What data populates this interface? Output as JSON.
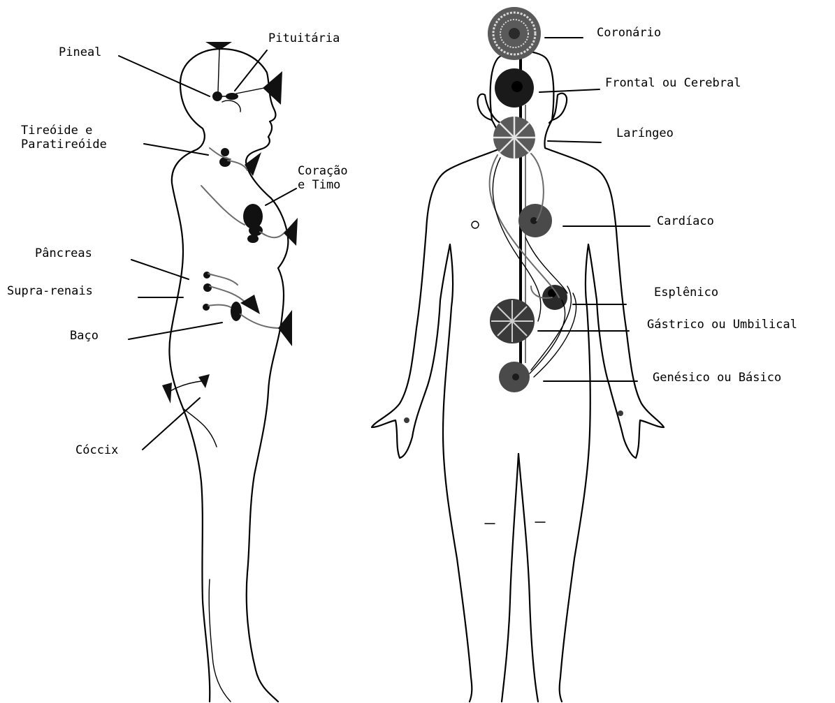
{
  "side_figure": {
    "labels": {
      "pineal": "Pineal",
      "pituitaria": "Pituitária",
      "tireoide_line1": "Tireóide e",
      "tireoide_line2": "Paratireóide",
      "coracao_line1": "Coração",
      "coracao_line2": "e Timo",
      "pancreas": "Pâncreas",
      "supra_renais": "Supra-renais",
      "baco": "Baço",
      "coccix": "Cóccix"
    }
  },
  "front_figure": {
    "labels": {
      "coronario": "Coronário",
      "frontal": "Frontal ou Cerebral",
      "laringeo": "Laríngeo",
      "cardiaco": "Cardíaco",
      "esplenico": "Esplênico",
      "gastrico": "Gástrico ou Umbilical",
      "genesico": "Genésico ou Básico"
    }
  },
  "colors": {
    "ink": "#000000",
    "chakra_dark": "#2a2a2a",
    "chakra_mid": "#5a5a5a",
    "nerve_grey": "#6b6b6b"
  }
}
